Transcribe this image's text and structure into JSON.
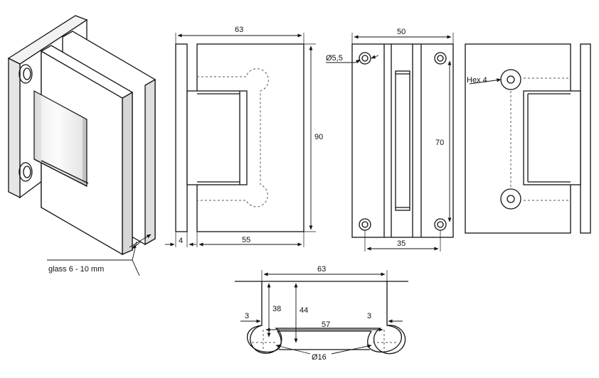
{
  "labels": {
    "glass_range": "glass 6 - 10 mm",
    "d_63_top": "63",
    "d_90": "90",
    "d_4": "4",
    "d_55": "55",
    "d_50": "50",
    "d_phi55": "Ø5,5",
    "d_70": "70",
    "d_35": "35",
    "hex": "Hex 4",
    "d_63_bottom": "63",
    "d_38": "38",
    "d_44": "44",
    "d_3_left": "3",
    "d_3_right": "3",
    "d_57": "57",
    "d_phi16": "Ø16"
  },
  "colors": {
    "line": "#111111",
    "hidden_line": "#555555",
    "shade_light": "#e6e6e6",
    "shade_mid": "#cfcfcf",
    "paper": "#ffffff"
  }
}
